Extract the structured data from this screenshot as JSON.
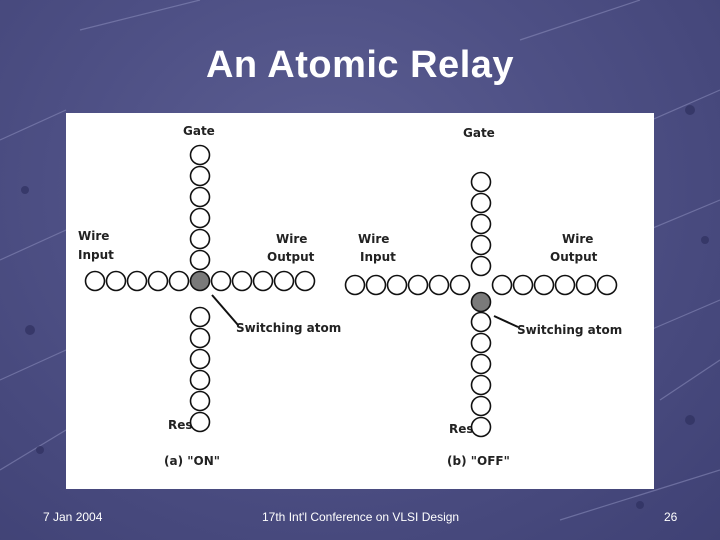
{
  "slide": {
    "title": "An Atomic Relay",
    "footer": {
      "date": "7 Jan 2004",
      "conference": "17th Int'l Conference on VLSI Design",
      "page_number": "26"
    }
  },
  "diagram": {
    "on": {
      "gate_label": "Gate",
      "wire_input_label": [
        "Wire",
        "Input"
      ],
      "wire_output_label": [
        "Wire",
        "Output"
      ],
      "switching_atom_label": "Switching atom",
      "reset_label": "Reset",
      "caption": "(a) \"ON\""
    },
    "off": {
      "gate_label": "Gate",
      "wire_input_label": [
        "Wire",
        "Input"
      ],
      "wire_output_label": [
        "Wire",
        "Output"
      ],
      "switching_atom_label": "Switching atom",
      "reset_label": "Reset",
      "caption": "(b) \"OFF\""
    },
    "colors": {
      "atom_fill": "#ffffff",
      "atom_stroke": "#111111",
      "switching_atom_fill": "#7a7a7a"
    }
  }
}
